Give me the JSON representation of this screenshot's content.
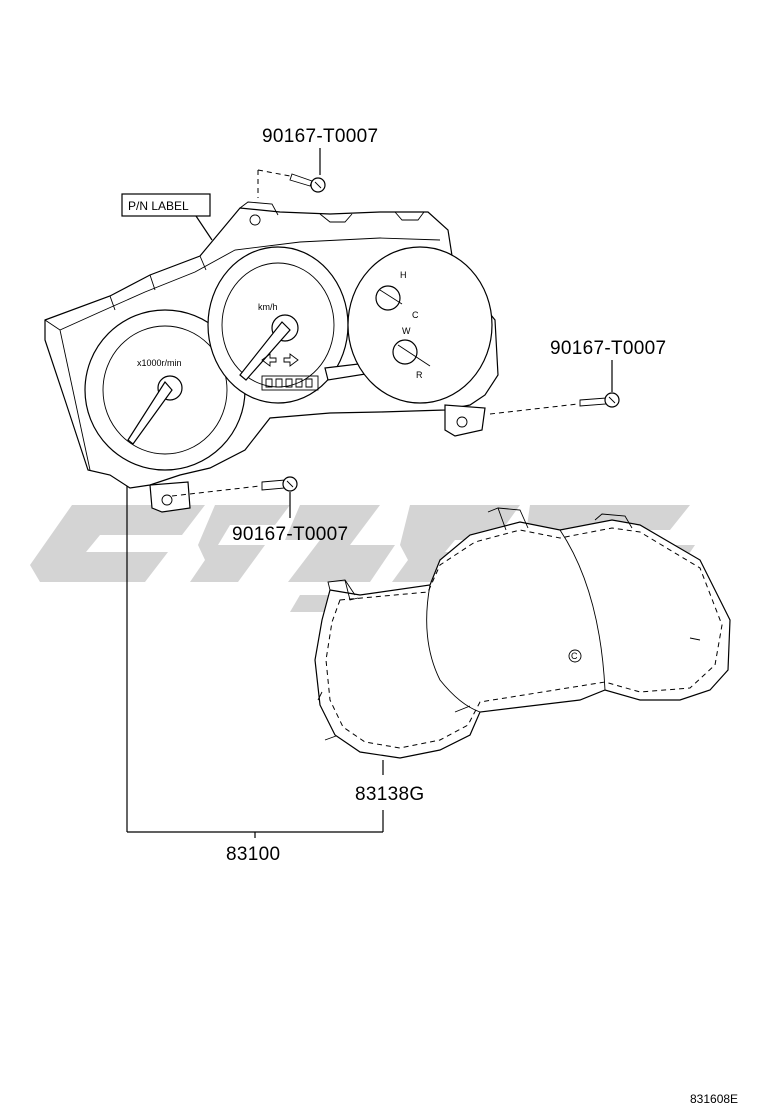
{
  "labels": {
    "bolt_top": "90167-T0007",
    "bolt_right": "90167-T0007",
    "bolt_bottom": "90167-T0007",
    "pn_label": "P/N LABEL",
    "cover_part": "83138G",
    "assembly_part": "83100",
    "diagram_code": "831608E"
  },
  "gauge_text": {
    "tachometer_unit": "x1000r/min",
    "speedometer_unit": "km/h",
    "temp_high": "H",
    "temp_cold": "C",
    "fuel_full": "W",
    "fuel_empty": "R",
    "cover_mark": "C"
  },
  "watermark": {
    "color": "#d4d4d4"
  }
}
